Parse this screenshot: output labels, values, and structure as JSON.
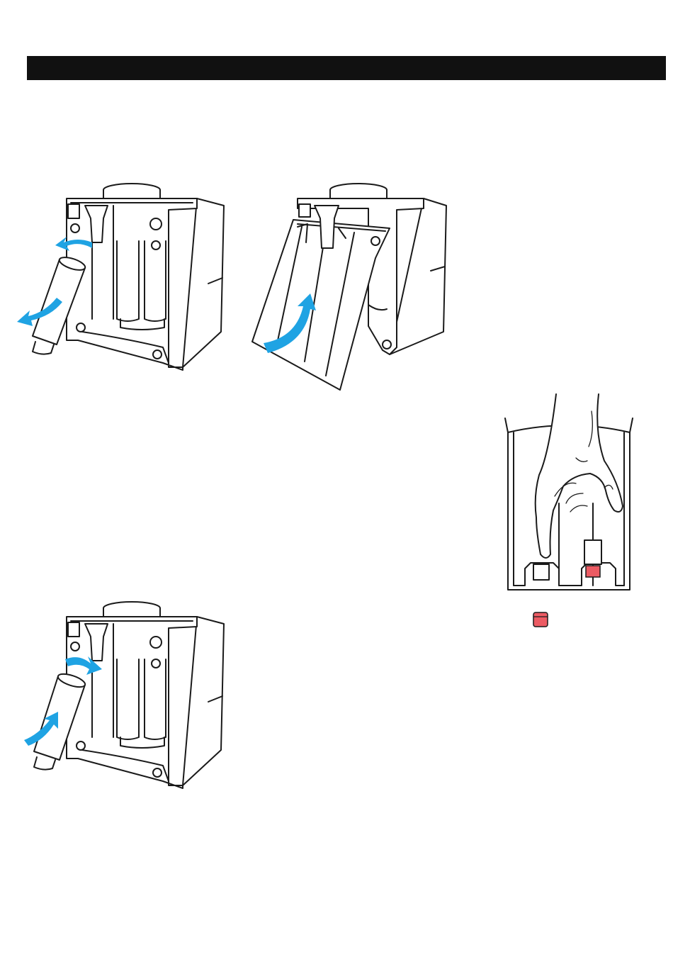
{
  "header": {
    "color": "#111111"
  },
  "figures": [
    {
      "name": "figure-remove-filter",
      "icon": "remove-filter-illustration",
      "arrows": [
        "arrow-out-left",
        "arrow-down-left"
      ]
    },
    {
      "name": "figure-open-cover",
      "icon": "open-cover-illustration",
      "arrows": [
        "arrow-up"
      ]
    },
    {
      "name": "figure-insert-filter",
      "icon": "insert-filter-illustration",
      "arrows": [
        "arrow-in-right",
        "arrow-up-right"
      ]
    },
    {
      "name": "figure-hand-reset",
      "icon": "hand-press-reset-illustration"
    }
  ],
  "colors": {
    "arrow": "#1fa3e3",
    "indicator": "#ec5b63",
    "line": "#1a1a1a"
  }
}
